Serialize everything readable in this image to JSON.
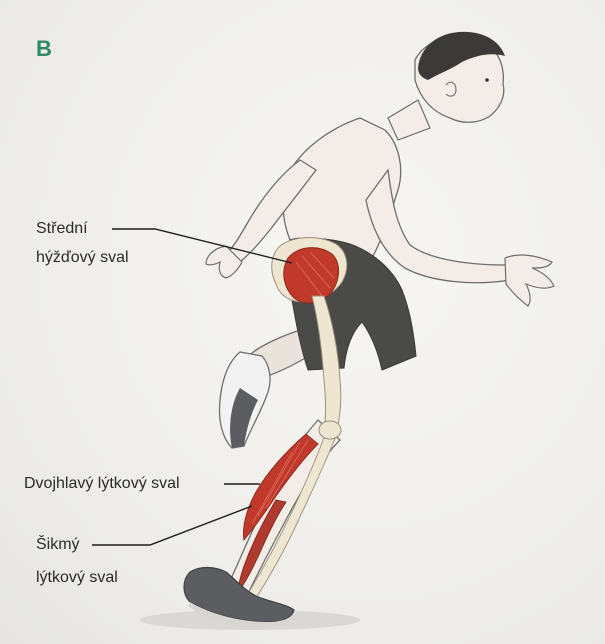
{
  "figure": {
    "panel_letter": "B",
    "labels": {
      "gluteus_medius_line1": "Střední",
      "gluteus_medius_line2": "hýžďový sval",
      "gastrocnemius": "Dvojhlavý lýtkový sval",
      "soleus_line1": "Šikmý",
      "soleus_line2": "lýtkový sval"
    },
    "colors": {
      "muscle": "#c0392b",
      "skin_outline": "#6e6e6e",
      "shorts": "#4a4a48",
      "shoe": "#5b5d61",
      "hair": "#3b3a38",
      "bone": "#efe6d2",
      "accent": "#2f8a6a"
    }
  }
}
